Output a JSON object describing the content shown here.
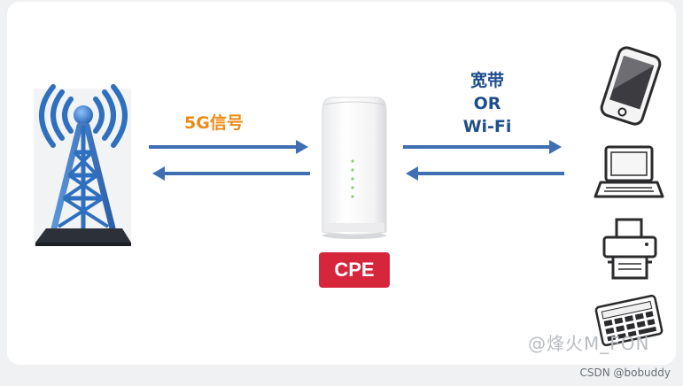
{
  "labels": {
    "signal": "5G信号",
    "right_top": "宽带",
    "right_mid": "OR",
    "right_bottom": "Wi-Fi",
    "cpe": "CPE"
  },
  "watermark": "@烽火M_FON",
  "credit": "CSDN @bobuddy",
  "colors": {
    "arrow": "#3f6eb3",
    "signal_text": "#ec8b16",
    "right_text": "#1f4e8c",
    "cpe_badge": "#d5263c",
    "tower": "#2f6fbf"
  },
  "icons": [
    "cell-tower-icon",
    "cpe-router-icon",
    "smartphone-icon",
    "laptop-icon",
    "printer-icon",
    "calculator-icon"
  ]
}
